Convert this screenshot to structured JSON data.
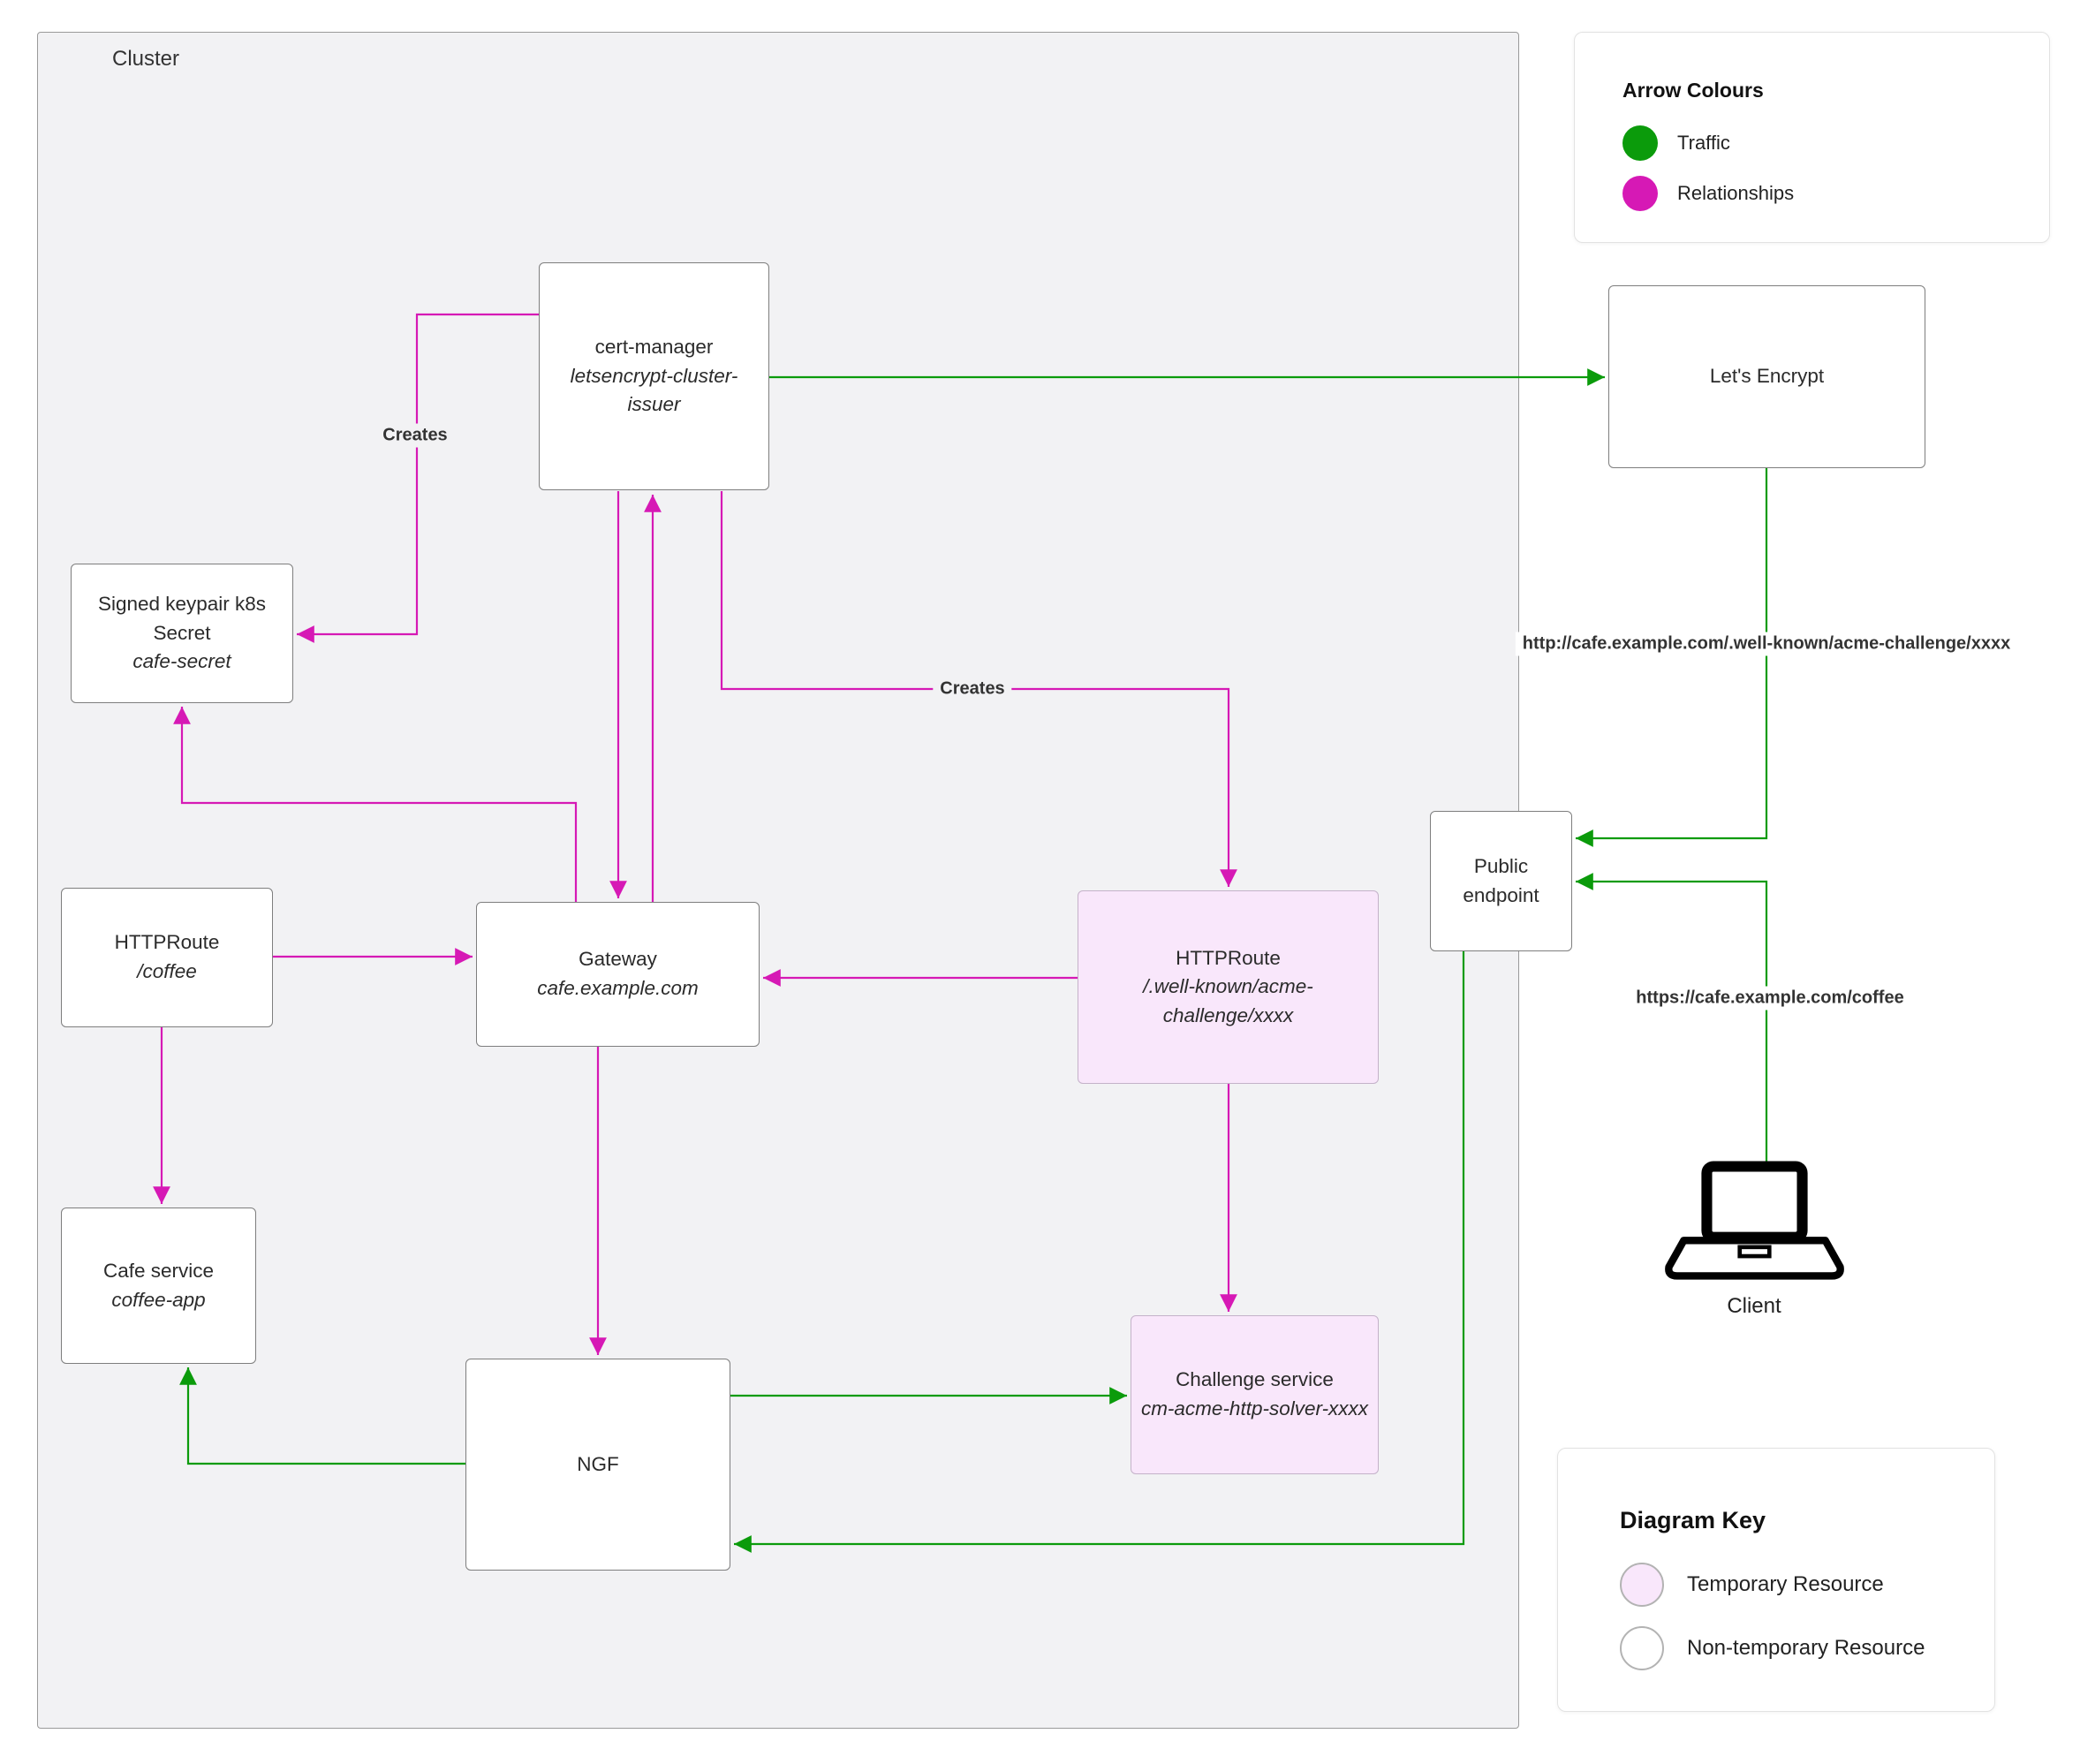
{
  "cluster": {
    "label": "Cluster"
  },
  "nodes": {
    "cert_manager": {
      "title": "cert-manager",
      "subtitle": "letsencrypt-cluster-issuer"
    },
    "secret": {
      "title": "Signed keypair k8s Secret",
      "subtitle": "cafe-secret"
    },
    "httproute_coffee": {
      "title": "HTTPRoute",
      "subtitle": "/coffee"
    },
    "gateway": {
      "title": "Gateway",
      "subtitle": "cafe.example.com"
    },
    "httproute_acme": {
      "title": "HTTPRoute",
      "subtitle": "/.well-known/acme-challenge/xxxx"
    },
    "cafe_service": {
      "title": "Cafe service",
      "subtitle": "coffee-app"
    },
    "ngf": {
      "title": "NGF"
    },
    "challenge_service": {
      "title": "Challenge service",
      "subtitle": "cm-acme-http-solver-xxxx"
    },
    "lets_encrypt": {
      "title": "Let's Encrypt"
    },
    "public_endpoint": {
      "title": "Public endpoint"
    },
    "client": {
      "label": "Client"
    }
  },
  "edge_labels": {
    "creates_secret": "Creates",
    "creates_httproute": "Creates",
    "acme_url": "http://cafe.example.com/.well-known/acme-challenge/xxxx",
    "coffee_url": "https://cafe.example.com/coffee"
  },
  "arrow_colours_legend": {
    "title": "Arrow Colours",
    "items": [
      {
        "label": "Traffic",
        "color": "#0b9b0b"
      },
      {
        "label": "Relationships",
        "color": "#d619b5"
      }
    ]
  },
  "diagram_key": {
    "title": "Diagram Key",
    "items": [
      {
        "label": "Temporary Resource",
        "fill": "#f9e7fb"
      },
      {
        "label": "Non-temporary Resource",
        "fill": "#ffffff"
      }
    ]
  },
  "colors": {
    "traffic": "#0b9b0b",
    "relationships": "#d619b5",
    "temporary_fill": "#f9e7fb",
    "cluster_fill": "#f2f2f4"
  }
}
